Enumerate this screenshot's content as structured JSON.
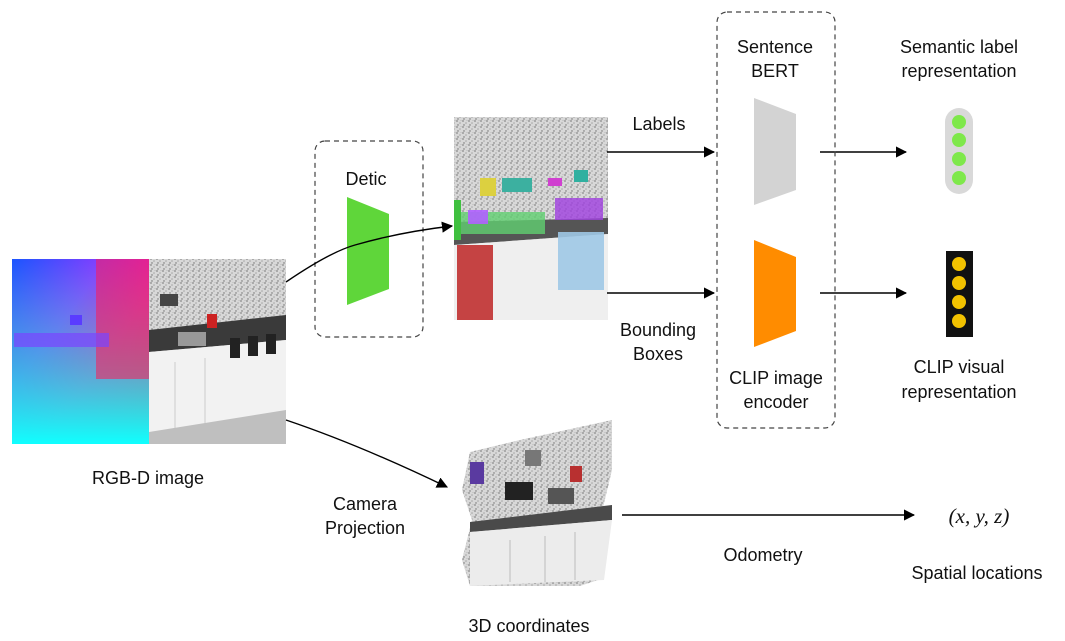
{
  "labels": {
    "rgbd": "RGB-D image",
    "detic": "Detic",
    "sbert_l1": "Sentence",
    "sbert_l2": "BERT",
    "sem_l1": "Semantic label",
    "sem_l2": "representation",
    "labels": "Labels",
    "bbox_l1": "Bounding",
    "bbox_l2": "Boxes",
    "clip_enc_l1": "CLIP image",
    "clip_enc_l2": "encoder",
    "clip_vis_l1": "CLIP visual",
    "clip_vis_l2": "representation",
    "cam_l1": "Camera",
    "cam_l2": "Projection",
    "coords3d": "3D coordinates",
    "odometry": "Odometry",
    "xyz": "(x, y, z)",
    "spatial": "Spatial locations"
  },
  "colors": {
    "detic_encoder": "#5fd63a",
    "sbert_encoder": "#d3d3d3",
    "clip_encoder": "#ff8c00",
    "semantic_vector": "#7ee84a",
    "clip_vector": "#f2c200"
  }
}
